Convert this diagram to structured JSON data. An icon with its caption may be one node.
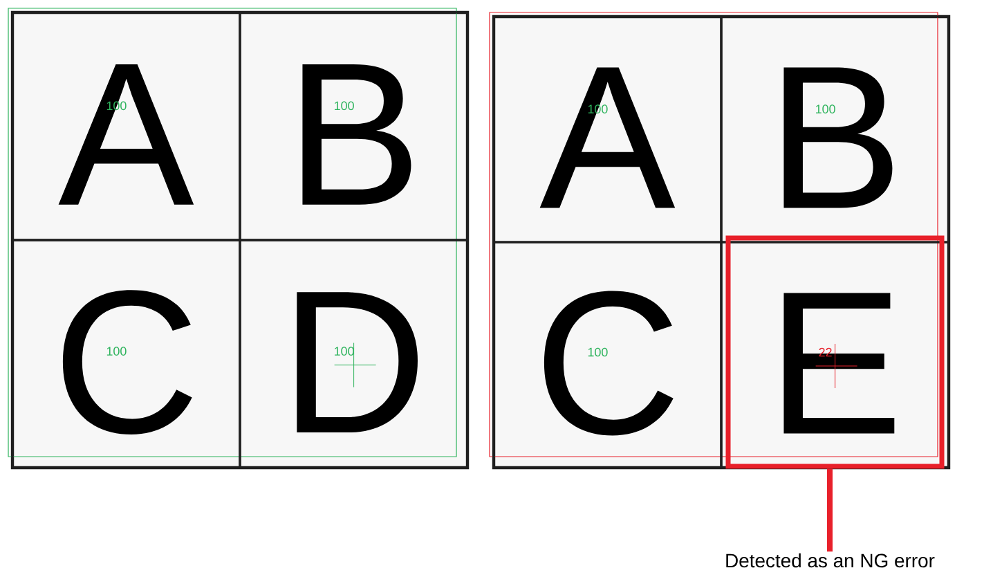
{
  "diagram": {
    "nodes": [
      {
        "text": [],
        "shape": "box"
      },
      {
        "text": [
          "100",
          "A"
        ],
        "in": 0
      },
      {
        "text": [
          "100",
          "B"
        ],
        "in": 0
      },
      {
        "text": [
          "100",
          "C"
        ],
        "in": 0
      },
      {
        "text": [
          "100",
          "D"
        ],
        "in": 0
      },
      {
        "text": [],
        "shape": "box"
      },
      {
        "text": [
          "100",
          "A"
        ],
        "in": 5
      },
      {
        "text": [
          "100",
          "B"
        ],
        "in": 5
      },
      {
        "text": [
          "100",
          "C"
        ],
        "in": 5
      },
      {
        "text": [
          "22",
          "E"
        ],
        "in": 5
      },
      {
        "text": [
          "Detected as an NG error"
        ]
      }
    ],
    "edges": [
      {
        "from": 10,
        "to": 9,
        "arrow": "none",
        "color": "#e8202a"
      }
    ]
  }
}
